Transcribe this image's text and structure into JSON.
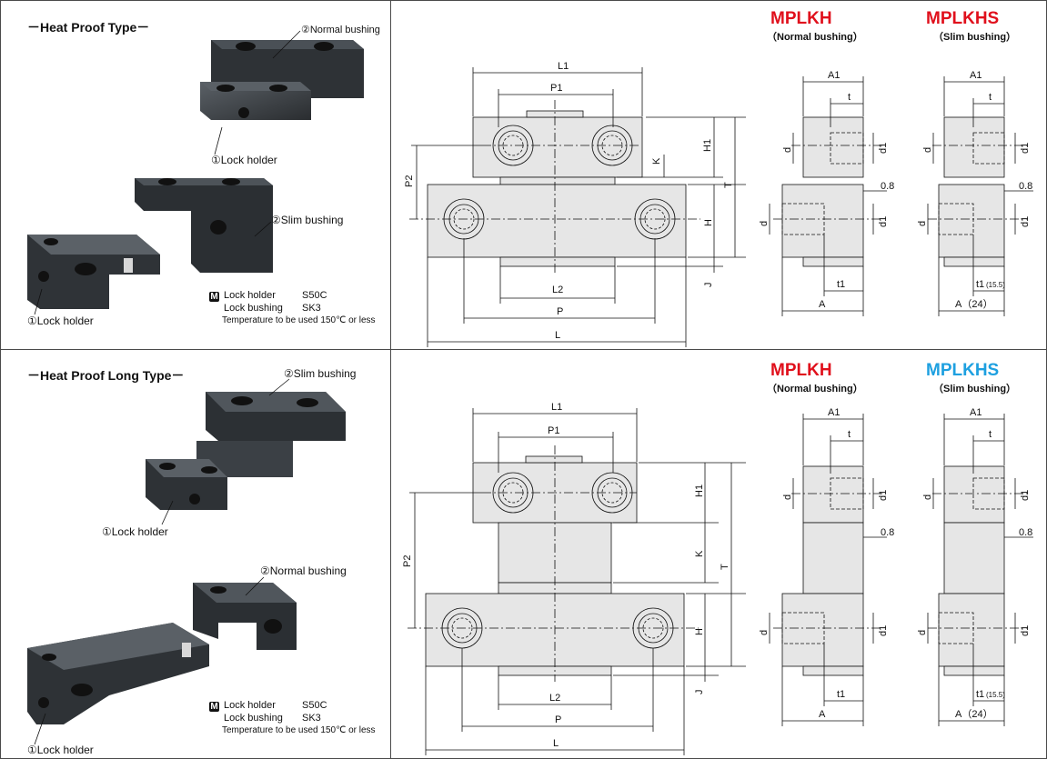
{
  "colors": {
    "accent_red": "#e0101c",
    "accent_blue": "#1ea0e0",
    "part_fill": "#e4e4e4",
    "metal_dark": "#3a3e42"
  },
  "sections": [
    {
      "title": "－Heat Proof Type－",
      "photo_labels": [
        "②Normal bushing",
        "①Lock holder",
        "②Slim bushing",
        "①Lock holder"
      ],
      "material_badge": "M",
      "materials": [
        {
          "part": "Lock holder",
          "grade": "S50C"
        },
        {
          "part": "Lock bushing",
          "grade": "SK3"
        }
      ],
      "temperature_note": "Temperature to be used 150℃ or less",
      "dims": {
        "L1": "L1",
        "P1": "P1",
        "P2": "P2",
        "H1": "H1",
        "K": "K",
        "T": "T",
        "H": "H",
        "J": "J",
        "L2": "L2",
        "P": "P",
        "L": "L"
      },
      "bushings": [
        {
          "model": "MPLKH",
          "subtitle": "（Normal bushing）",
          "color": "red",
          "dims": {
            "A1": "A1",
            "t": "t",
            "d": "d",
            "d1": "d1",
            "gap": "0.8",
            "t1": "t1",
            "A": "A"
          }
        },
        {
          "model": "MPLKHS",
          "subtitle": "（Slim bushing）",
          "color": "red",
          "dims": {
            "A1": "A1",
            "t": "t",
            "d": "d",
            "d1": "d1",
            "gap": "0.8",
            "t1": "t1",
            "t1_sub": "(15.5)",
            "A": "A（24）"
          }
        }
      ]
    },
    {
      "title": "－Heat Proof Long Type－",
      "photo_labels": [
        "②Slim bushing",
        "①Lock holder",
        "②Normal bushing",
        "①Lock holder"
      ],
      "material_badge": "M",
      "materials": [
        {
          "part": "Lock holder",
          "grade": "S50C"
        },
        {
          "part": "Lock bushing",
          "grade": "SK3"
        }
      ],
      "temperature_note": "Temperature to be used 150℃ or less",
      "dims": {
        "L1": "L1",
        "P1": "P1",
        "P2": "P2",
        "H1": "H1",
        "K": "K",
        "T": "T",
        "H": "H",
        "J": "J",
        "L2": "L2",
        "P": "P",
        "L": "L"
      },
      "bushings": [
        {
          "model": "MPLKH",
          "subtitle": "（Normal bushing）",
          "color": "red",
          "dims": {
            "A1": "A1",
            "t": "t",
            "d": "d",
            "d1": "d1",
            "gap": "0.8",
            "t1": "t1",
            "A": "A"
          }
        },
        {
          "model": "MPLKHS",
          "subtitle": "（Slim bushing）",
          "color": "blue",
          "dims": {
            "A1": "A1",
            "t": "t",
            "d": "d",
            "d1": "d1",
            "gap": "0.8",
            "t1": "t1",
            "t1_sub": "(15.5)",
            "A": "A（24）"
          }
        }
      ]
    }
  ]
}
